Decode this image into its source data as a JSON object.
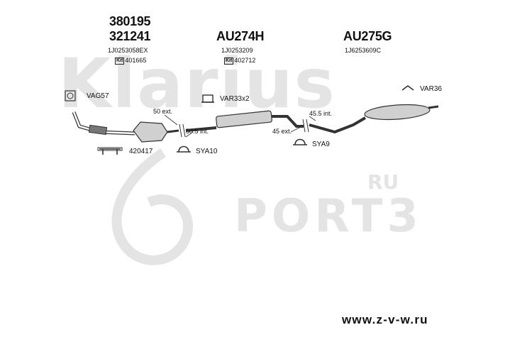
{
  "watermarks": {
    "brand": "Klarius",
    "site_suffix": "RU",
    "site_main": "PORT3"
  },
  "groups": [
    {
      "part_numbers": [
        "380195",
        "321241"
      ],
      "oem": "1J0253058EX",
      "kit_label": "Kit",
      "kit_number": "401665"
    },
    {
      "part_numbers": [
        "AU274H"
      ],
      "oem": "1J0253209",
      "kit_label": "Kit",
      "kit_number": "402712"
    },
    {
      "part_numbers": [
        "AU275G"
      ],
      "oem": "1J6253609C"
    }
  ],
  "components": {
    "vag57": "VAG57",
    "var33": "VAR33x2",
    "var36": "VAR36",
    "clamp_420417": "420417",
    "sya10": "SYA10",
    "sya9": "SYA9"
  },
  "dimensions": {
    "ext50": "50 ext.",
    "int50_5": "50.5 int.",
    "ext45": "45 ext.",
    "int45_5": "45.5 int."
  },
  "footer_url": "www.z-v-w.ru",
  "colors": {
    "watermark": "#e4e4e4",
    "line": "#333333",
    "text": "#111111"
  }
}
